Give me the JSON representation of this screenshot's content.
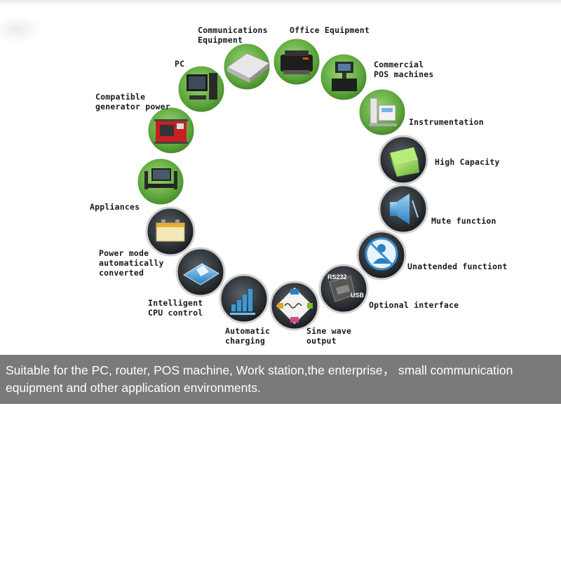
{
  "labels": {
    "communications": "Communications\nEquipment",
    "office": "Office Equipment",
    "pos": "Commercial\nPOS machines",
    "instrumentation": "Instrumentation",
    "high_capacity": "High Capacity",
    "mute": "Mute function",
    "unattended": "Unattended functiont",
    "interface": "Optional interface",
    "sine": "Sine wave\noutput",
    "charging": "Automatic\ncharging",
    "cpu": "Intelligent\nCPU control",
    "power_mode": "Power mode\nautomatically\nconverted",
    "appliances": "Appliances",
    "generator": "Compatible\ngenerator power",
    "pc": "PC"
  },
  "icon_text": {
    "rs232": "RS232",
    "usb": "USB"
  },
  "banner": {
    "text": "Suitable for the PC, router, POS machine, Work station,the enterprise，  small communication\nequipment and other application environments."
  },
  "colors": {
    "green_circle": "#6fb24a",
    "dark_circle": "#2e3338",
    "banner": "#7a7a7a"
  },
  "icons": [
    "router-icon",
    "printer-icon",
    "pos-terminal-icon",
    "instrument-icon",
    "box-icon",
    "speaker-mute-icon",
    "person-icon",
    "rs232-usb-icon",
    "sine-wave-icon",
    "battery-charging-icon",
    "cpu-chip-icon",
    "battery-icon",
    "home-theater-icon",
    "generator-icon",
    "pc-icon"
  ]
}
